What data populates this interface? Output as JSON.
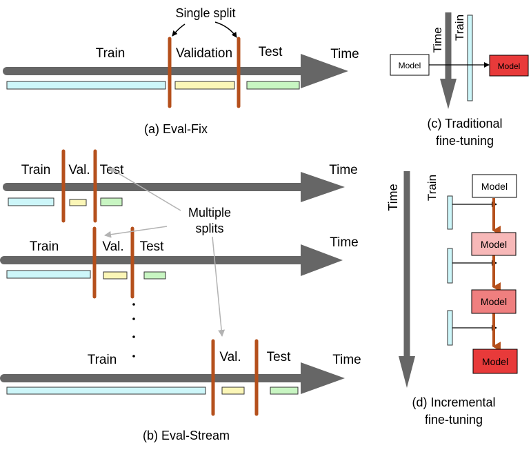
{
  "eval_fix": {
    "callout": "Single split",
    "label_train": "Train",
    "label_validation": "Validation",
    "label_test": "Test",
    "label_time": "Time",
    "caption": "(a) Eval-Fix"
  },
  "eval_stream": {
    "row1": {
      "train": "Train",
      "val": "Val.",
      "test": "Test",
      "time": "Time"
    },
    "row2": {
      "train": "Train",
      "val": "Val.",
      "test": "Test",
      "time": "Time"
    },
    "row3": {
      "train": "Train",
      "val": "Val.",
      "test": "Test",
      "time": "Time"
    },
    "callout_line1": "Multiple",
    "callout_line2": "splits",
    "caption": "(b) Eval-Stream"
  },
  "traditional": {
    "label_time": "Time",
    "label_train": "Train",
    "model_input": "Model",
    "model_output": "Model",
    "caption_line1": "(c) Traditional",
    "caption_line2": "fine-tuning"
  },
  "incremental": {
    "label_time": "Time",
    "label_train": "Train",
    "models": [
      "Model",
      "Model",
      "Model",
      "Model"
    ],
    "caption_line1": "(d) Incremental",
    "caption_line2": "fine-tuning"
  },
  "colors": {
    "timeline": "#666666",
    "split": "#b5501c",
    "train_bar": "#cdf6f9",
    "val_bar": "#fbf6b7",
    "test_bar": "#c8f5c2",
    "model_white": "#ffffff",
    "model_light": "#f7b8b8",
    "model_mid": "#ef7f7f",
    "model_red": "#e83a3a",
    "callout_gray": "#b3b3b3"
  }
}
